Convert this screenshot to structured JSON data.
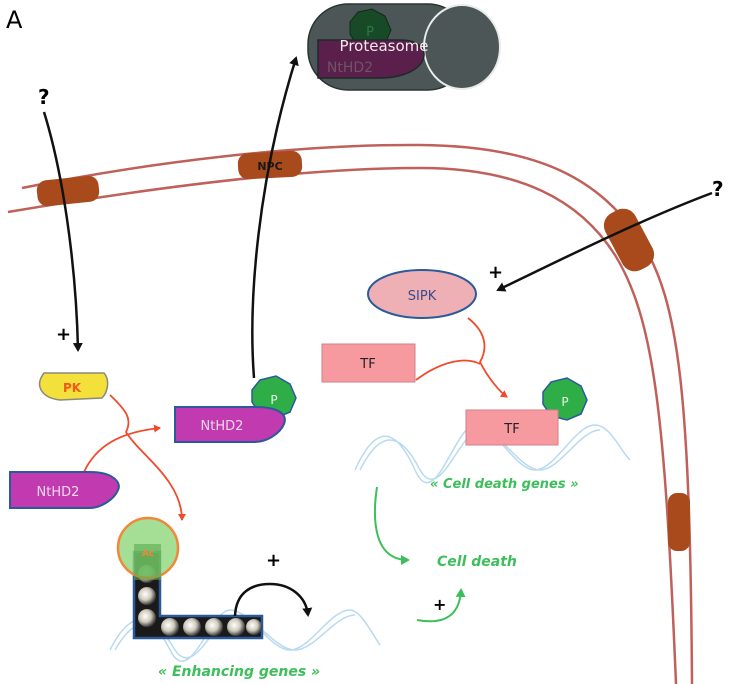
{
  "panel_label": "A",
  "colors": {
    "membrane": "#c0605a",
    "npc": "#a84a1c",
    "arrow_black": "#111111",
    "arrow_red": "#f04a2a",
    "arrow_green": "#3cbf5a",
    "ntdh2_fill": "#c23ab0",
    "ntdh2_stroke": "#2a5a9a",
    "phospho_fill": "#2fae48",
    "pk_fill": "#f4e03a",
    "sipk_fill": "#eeb0b4",
    "tf_fill": "#f79aa0",
    "dna": "#b8daf0",
    "proteasome": "#4d5656"
  },
  "proteasome": {
    "label": "Proteasome",
    "substrate_label": "NtHD2",
    "phospho_label": "P"
  },
  "npc": {
    "label": "NPC"
  },
  "signals": {
    "unknown_left": "?",
    "unknown_right": "?",
    "plus_pk": "+",
    "plus_sipk": "+",
    "plus_enhancing": "+",
    "plus_cell_death": "+"
  },
  "proteins": {
    "pk": "PK",
    "ntdh2_free": "NtHD2",
    "ntdh2_phospho": "NtHD2",
    "phospho": "P",
    "sipk": "SIPK",
    "tf_free": "TF",
    "tf_phospho": "TF",
    "tf_phospho_p": "P",
    "chromatin_mark": "Ac"
  },
  "labels": {
    "cell_death_genes": "« Cell death genes »",
    "cell_death": "Cell death",
    "enhancing_genes": "« Enhancing genes »"
  }
}
